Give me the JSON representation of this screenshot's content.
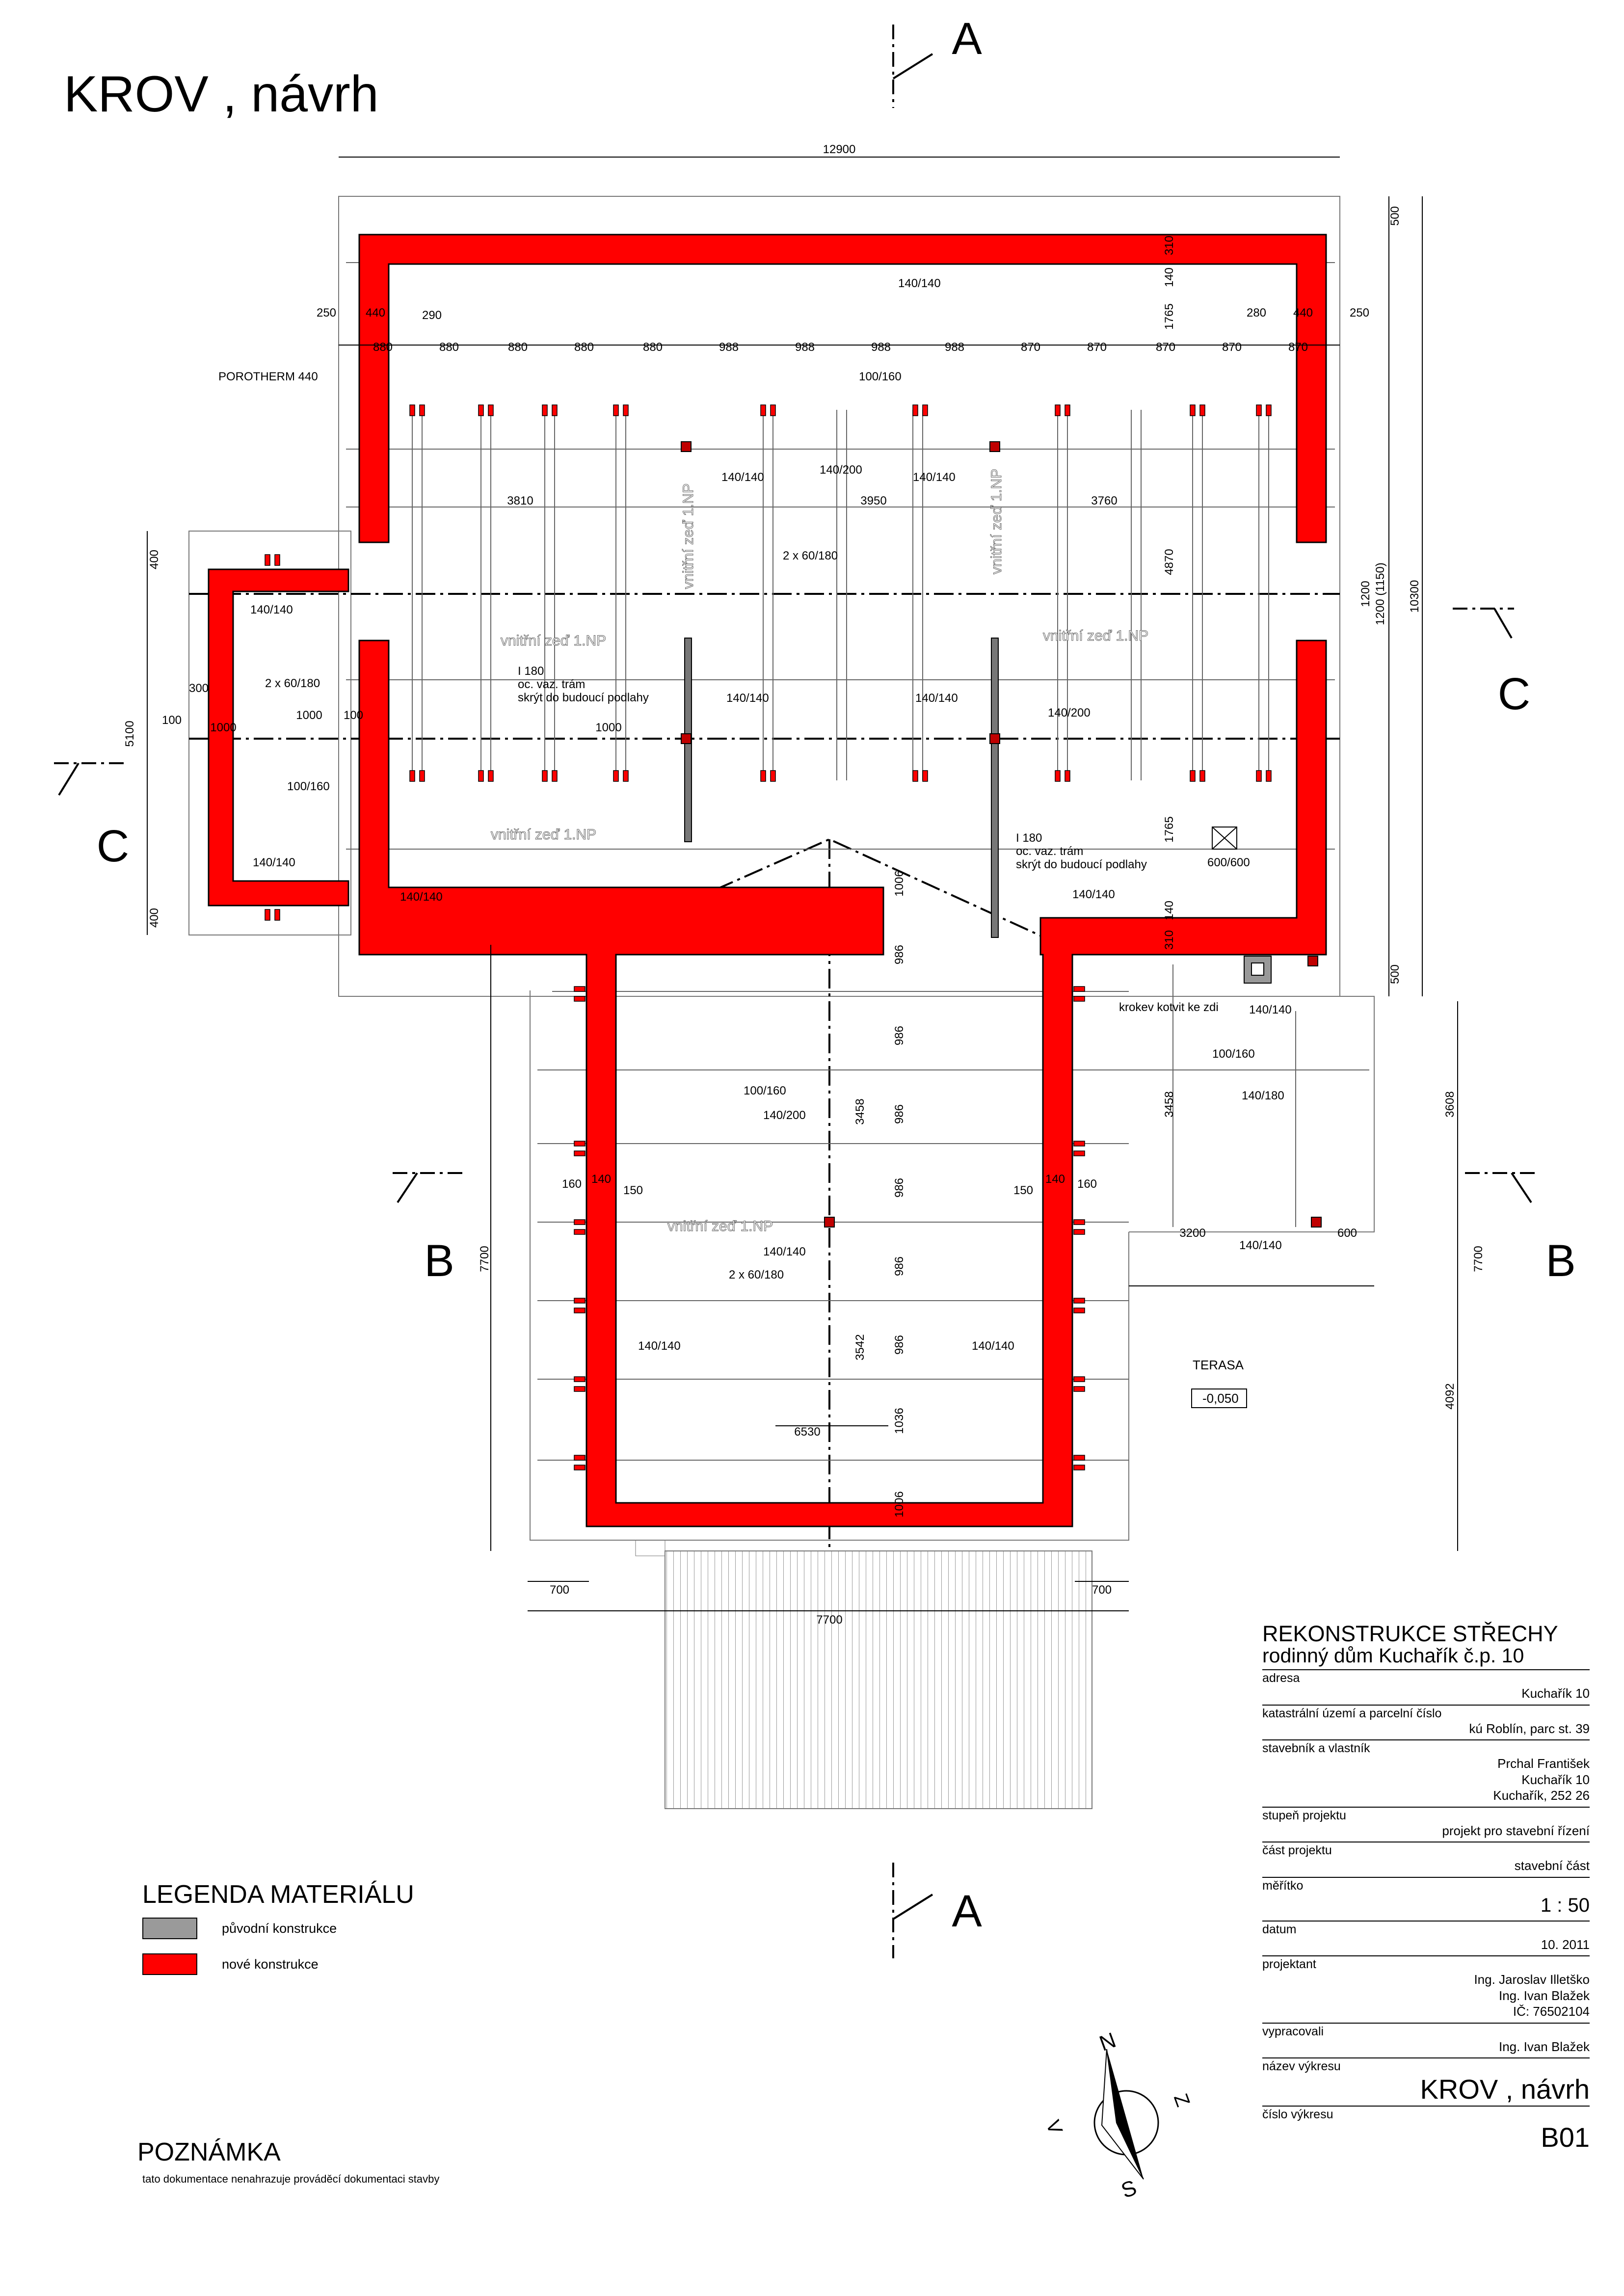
{
  "drawing_title": "KROV , návrh",
  "section_marks": {
    "a_top": "A",
    "a_bottom": "A",
    "b_left": "B",
    "b_right": "B",
    "c_left": "C",
    "c_right": "C"
  },
  "dimensions": {
    "top_total": "12900",
    "top_left_250": "250",
    "top_left_440": "440",
    "top_left_290": "290",
    "top_right_280": "280",
    "top_right_440": "440",
    "top_right_250": "250",
    "spacing_880": "880",
    "spacing_988": "988",
    "spacing_870": "870",
    "span_3810": "3810",
    "span_3950": "3950",
    "span_3760": "3760",
    "right_500_top": "500",
    "right_310": "310",
    "right_140": "140",
    "right_1765_top": "1765",
    "right_4870": "4870",
    "right_1200": "1200",
    "right_1200_1150": "1200 (1150)",
    "right_1765_bottom": "1765",
    "right_140_bottom": "140",
    "right_310_bottom": "310",
    "right_500_bottom": "500",
    "right_10300": "10300",
    "left_400_top": "400",
    "left_5100": "5100",
    "left_400_bottom": "400",
    "wing_300": "300",
    "wing_100_left": "100",
    "wing_1000_a": "1000",
    "wing_1000_b": "1000",
    "wing_100_right": "100",
    "ridge_1006_top": "1006",
    "ridge_986_1": "986",
    "ridge_986_2": "986",
    "ridge_986_3": "986",
    "ridge_986_4": "986",
    "ridge_986_5": "986",
    "ridge_986_6": "986",
    "ridge_1036": "1036",
    "ridge_1006_bottom": "1006",
    "south_3458_left": "3458",
    "south_3542": "3542",
    "south_3458_right": "3458",
    "south_160_left": "160",
    "south_140_left": "140",
    "south_150_left": "150",
    "south_150_right": "150",
    "south_140_right": "140",
    "south_160_right": "160",
    "south_6530": "6530",
    "left_7700": "7700",
    "right_3608": "3608",
    "right_7700": "7700",
    "right_4092": "4092",
    "terrace_3200": "3200",
    "terrace_600": "600",
    "bottom_700_left": "700",
    "bottom_700_right": "700",
    "bottom_7700": "7700"
  },
  "labels": {
    "porotherm": "POROTHERM 440",
    "beam_140_top": "140/140",
    "beam_100_160_top": "100/160",
    "beam_140_200_top": "140/200",
    "post_140_left": "140/140",
    "post_140_right": "140/140",
    "beam_2x60": "2 x 60/180",
    "wall_inner_left": "vnitřní zeď 1.NP",
    "wall_inner_right": "vnitřní zeď 1.NP",
    "wall_inner_lower": "vnitřní zeď 1.NP",
    "wall_vert_left": "vnitřní zeď 1.NP",
    "wall_vert_right": "vnitřní zeď 1.NP",
    "i180_left_1": "I 180",
    "i180_left_2": "oc. vaz. trám",
    "i180_left_3": "skrýt do budoucí podlahy",
    "i180_right_1": "I 180",
    "i180_right_2": "oc. vaz. trám",
    "i180_right_3": "skrýt do budoucí podlahy",
    "post_mid_left": "140/140",
    "post_mid_right": "140/140",
    "beam_140_200_right": "140/200",
    "wing_140_top": "140/140",
    "wing_2x60": "2 x 60/180",
    "wing_100_160": "100/160",
    "wing_140_bottom": "140/140",
    "sq_600": "600/600",
    "beam_140_left_low": "140/140",
    "beam_140_right_low": "140/140",
    "krokev": "krokev kotvit ke zdi",
    "krokev_140": "140/140",
    "south_100_160": "100/160",
    "south_140_200": "140/200",
    "south_2x60": "2 x 60/180",
    "south_post_mid": "140/140",
    "south_wall_left": "140/140",
    "south_wall_right": "140/140",
    "terrace_100_160": "100/160",
    "terrace_140_180": "140/180",
    "terrace_140_140": "140/140",
    "terasa": "TERASA",
    "terasa_level": "-0,050",
    "wall_vert_south": "vnitřní zeď 1.NP"
  },
  "legend": {
    "title": "LEGENDA MATERIÁLU",
    "items": [
      {
        "label": "původní konstrukce",
        "color": "#9a9a9a"
      },
      {
        "label": "nové konstrukce",
        "color": "#ff0000"
      }
    ]
  },
  "note": {
    "title": "POZNÁMKA",
    "text": "tato dokumentace nenahrazuje prováděcí dokumentaci stavby"
  },
  "compass": {
    "north": "N",
    "south": "S",
    "east": "V",
    "west": "Z"
  },
  "title_block": {
    "project_title": "REKONSTRUKCE STŘECHY",
    "project_subtitle": "rodinný dům  Kuchařík č.p. 10",
    "address_label": "adresa",
    "address_value": "Kuchařík 10",
    "cadastre_label": "katastrální území a parcelní číslo",
    "cadastre_value": "kú Roblín, parc st. 39",
    "owner_label": "stavebník a vlastník",
    "owner_line1": "Prchal František",
    "owner_line2": "Kuchařík 10",
    "owner_line3": "Kuchařík, 252 26",
    "stage_label": "stupeň projektu",
    "stage_value": "projekt pro stavební řízení",
    "part_label": "část projektu",
    "part_value": "stavební část",
    "scale_label": "měřítko",
    "scale_value": "1 : 50",
    "date_label": "datum",
    "date_value": "10. 2011",
    "designer_label": "projektant",
    "designer_line1": "Ing. Jaroslav Illetško",
    "designer_line2": "Ing. Ivan Blažek",
    "designer_line3": "IČ: 76502104",
    "prepared_label": "vypracovali",
    "prepared_value": "Ing. Ivan Blažek",
    "drawing_name_label": "název výkresu",
    "drawing_name_value": "KROV , návrh",
    "drawing_no_label": "číslo výkresu",
    "drawing_no_value": "B01"
  },
  "colors": {
    "new_construction": "#ff0000",
    "original_construction": "#9a9a9a",
    "line": "#000000",
    "thin_line": "#555555"
  }
}
